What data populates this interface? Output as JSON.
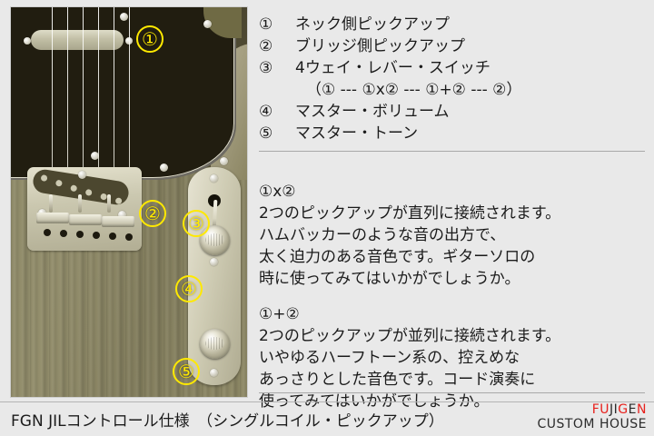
{
  "colors": {
    "background": "#e9e9e9",
    "callout_yellow": "#ffe900",
    "brand_red": "#e8201c",
    "text": "#1b1b1b",
    "pickguard_black": "#211d10",
    "wood_sepia": "#8e8a68"
  },
  "photo": {
    "alt": "sepia photo of a Telecaster-style electric guitar body showing pickups, bridge and control plate",
    "callouts": [
      {
        "label": "①",
        "target": "neck-pickup"
      },
      {
        "label": "②",
        "target": "bridge-pickup"
      },
      {
        "label": "③",
        "target": "lever-switch"
      },
      {
        "label": "④",
        "target": "master-volume"
      },
      {
        "label": "⑤",
        "target": "master-tone"
      }
    ]
  },
  "legend": {
    "items": [
      {
        "num": "①",
        "label": "ネック側ピックアップ",
        "sub": false
      },
      {
        "num": "②",
        "label": "ブリッジ側ピックアップ",
        "sub": false
      },
      {
        "num": "③",
        "label": "4ウェイ・レバー・スイッチ",
        "sub": false
      },
      {
        "num": "",
        "label": "（① --- ①x② --- ①+② --- ②）",
        "sub": true
      },
      {
        "num": "④",
        "label": "マスター・ボリューム",
        "sub": false
      },
      {
        "num": "⑤",
        "label": "マスター・トーン",
        "sub": false
      }
    ]
  },
  "descriptions": {
    "series": {
      "head": "①x②",
      "body": "2つのピックアップが直列に接続されます。\nハムバッカーのような音の出方で、\n太く迫力のある音色です。ギターソロの\n時に使ってみてはいかがでしょうか。"
    },
    "parallel": {
      "head": "①+②",
      "body": "2つのピックアップが並列に接続されます。\nいやゆるハーフトーン系の、控えめな\nあっさりとした音色です。コード演奏に\n使ってみてはいかがでしょうか。"
    }
  },
  "footer": {
    "title": "FGN JILコントロール仕様　（シングルコイル・ピックアップ）",
    "brand_line1_parts": [
      {
        "text": "FU",
        "red": true
      },
      {
        "text": "JI",
        "red": false
      },
      {
        "text": "G",
        "red": true
      },
      {
        "text": "E",
        "red": false
      },
      {
        "text": "N",
        "red": true
      }
    ],
    "brand_line2": "CUSTOM HOUSE"
  }
}
